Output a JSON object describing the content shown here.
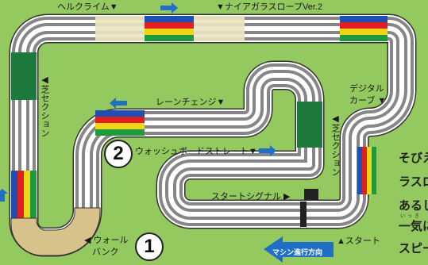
{
  "labels": {
    "hill_climb": "ヘルクライム▼",
    "niagara_slope": "▼ナイアガラスロープVer.2",
    "digital_curve_1": "デジタル",
    "digital_curve_2": "カーブ ▼",
    "lane_change": "レーンチェンジ▼",
    "washboard": "ウォッシュボードストレート▼",
    "turf_left": "◀芝セクション",
    "turf_right": "◀芝セクション",
    "start_signal": "スタートシグナル ▶",
    "start": "▲スタート",
    "wall_bank_1": "◀ ウォール",
    "wall_bank_2": "バンク",
    "machine_direction": "マシン進行方向"
  },
  "badges": {
    "one": "1",
    "two": "2"
  },
  "side_text": {
    "line1": "そびえ",
    "line2": "ラスロ",
    "line3": "あるし",
    "ruby": "いっき",
    "line4": "一気に",
    "line5": "スピー"
  },
  "icons": {
    "direction_arrow": "arrow-icon",
    "start_signal": "signal-icon"
  },
  "colors": {
    "grass": "#93c95f",
    "track": "#ffffff",
    "lane_line": "#222222",
    "turf": "#1d7a3c",
    "wall_bank": "#d8c28c",
    "arrow": "#1f6fc4",
    "lane_blue": "#1e50b4",
    "lane_red": "#e02020",
    "lane_yellow": "#f0d418",
    "lane_green": "#1c9a3c"
  }
}
